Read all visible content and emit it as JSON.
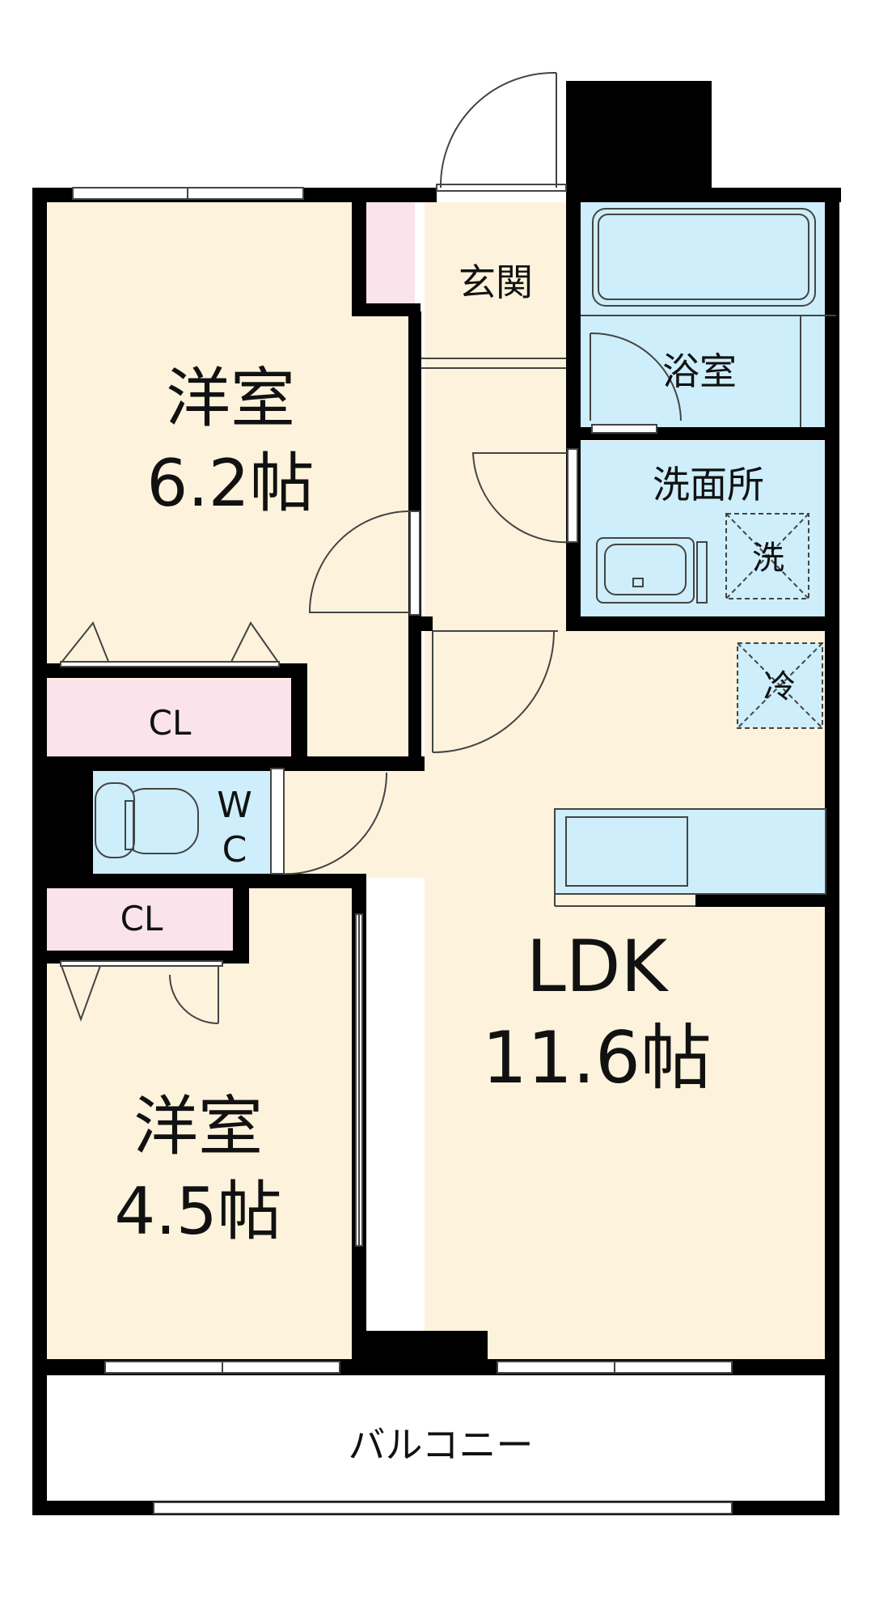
{
  "rooms": {
    "bedroom1": {
      "name": "洋室",
      "size": "6.2帖"
    },
    "bedroom2": {
      "name": "洋室",
      "size": "4.5帖"
    },
    "ldk": {
      "name": "LDK",
      "size": "11.6帖"
    },
    "entrance": "玄関",
    "bath": "浴室",
    "washroom": "洗面所",
    "wc_line1": "W",
    "wc_line2": "C",
    "closet1": "CL",
    "closet2": "CL",
    "balcony": "バルコニー"
  },
  "fixtures": {
    "washer": "洗",
    "fridge": "冷"
  },
  "colors": {
    "room_floor": "#fdf3dc",
    "wet_area": "#cdeefa",
    "closet": "#fbe3ec",
    "wall": "#000000",
    "balcony": "#ffffff"
  }
}
